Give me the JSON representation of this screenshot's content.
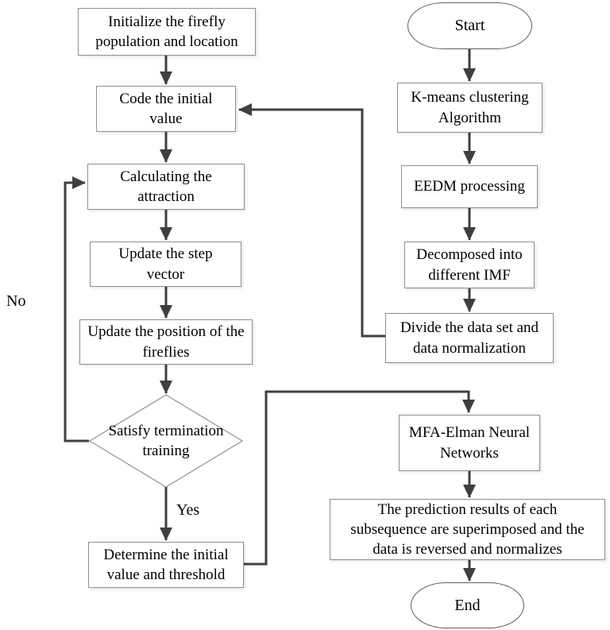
{
  "title": "MFA-Elman flowchart",
  "colors": {
    "background": "#ffffff",
    "connector": "#3f3f3f",
    "box_border": "#8f8f8f",
    "terminator_border": "#5e5e5e",
    "diamond_border": "#7d7d7d",
    "text": "#000000"
  },
  "nodes": {
    "init": "Initialize the firefly population and location",
    "code": "Code the initial value",
    "calc": "Calculating the attraction",
    "step": "Update the step vector",
    "position": "Update the position of the fireflies",
    "decision": "Satisfy termination training",
    "determine": "Determine the initial value and threshold",
    "start": "Start",
    "kmeans": "K-means clustering Algorithm",
    "eedm": "EEDM processing",
    "decompose": "Decomposed into different IMF",
    "divide": "Divide the data set and data normalization",
    "mfa": "MFA-Elman Neural Networks",
    "prediction": "The prediction results of each subsequence are superimposed and the data is reversed and normalizes",
    "end": "End"
  },
  "edge_labels": {
    "no": "No",
    "yes": "Yes"
  }
}
